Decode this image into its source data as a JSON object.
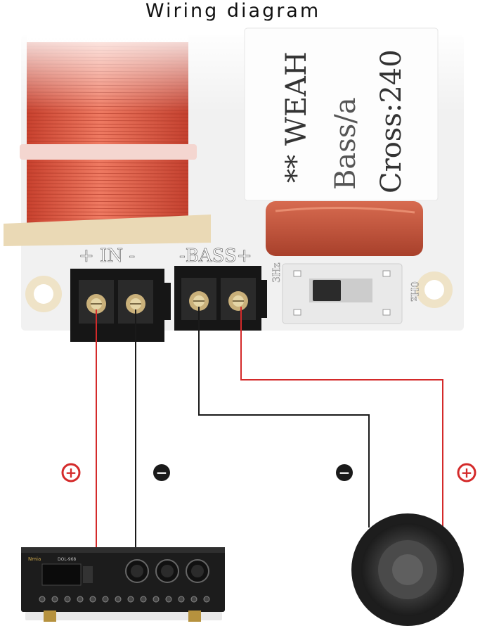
{
  "title": "Wiring diagram",
  "board": {
    "input_label": "+ IN -",
    "output_label": "-BASS+",
    "left_switch_label": "3Hz",
    "right_switch_label": "0Hz"
  },
  "sticker": {
    "line1": "** WEAH",
    "line2": "Bass/a",
    "line3": "Cross:240"
  },
  "polarity": {
    "amp_plus": "+",
    "amp_minus": "−",
    "spk_minus": "−",
    "spk_plus": "+"
  },
  "amplifier": {
    "brand": "Nmia",
    "model": "DOL-968"
  },
  "colors": {
    "positive_wire": "#d42a2a",
    "negative_wire": "#1a1a1a",
    "coil": "#d9503b",
    "capacitor": "#c5533a",
    "terminal_block": "#161616"
  }
}
